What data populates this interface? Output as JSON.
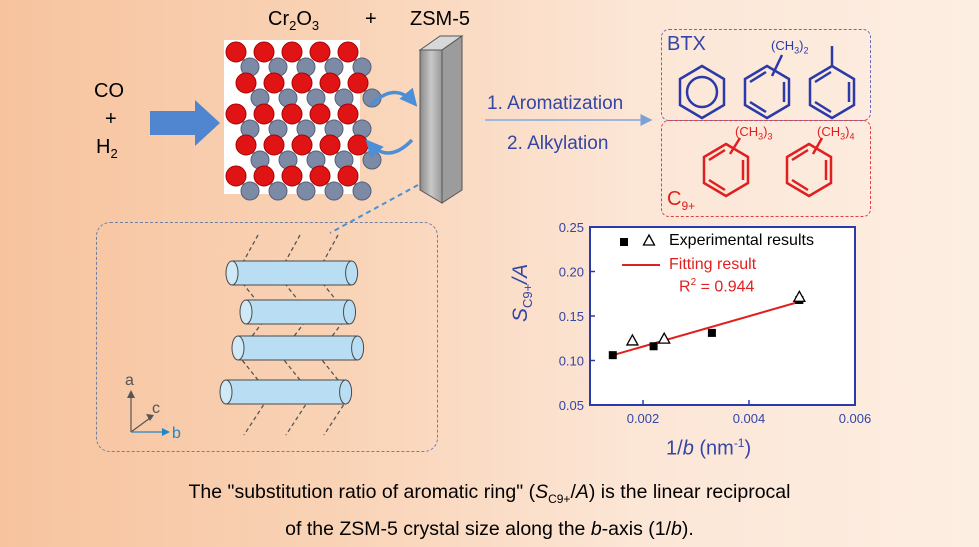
{
  "top": {
    "cr2o3": {
      "base": "Cr",
      "sub1": "2",
      "mid": "O",
      "sub2": "3"
    },
    "plus": "+",
    "zsm5": "ZSM-5"
  },
  "feed": {
    "co": "CO",
    "plus": "+",
    "h2_base": "H",
    "h2_sub": "2"
  },
  "reaction": {
    "step1": "1. Aromatization",
    "step2": "2. Alkylation"
  },
  "btx": {
    "label": "BTX",
    "substituent": "(CH",
    "sub": "3",
    "close": ")",
    "count": "2"
  },
  "c9": {
    "label_base": "C",
    "label_sub": "9+",
    "sub_a": {
      "open": "(CH",
      "sub": "3",
      "close": ")",
      "count": "3"
    },
    "sub_b": {
      "open": "(CH",
      "sub": "3",
      "close": ")",
      "count": "4"
    }
  },
  "axes_inset": {
    "a": "a",
    "c": "c",
    "b": "b"
  },
  "chart_data": {
    "type": "scatter",
    "xlabel_base": "1/",
    "xlabel_var": "b",
    "xlabel_unit": " (nm",
    "xlabel_exp": "-1",
    "xlabel_close": ")",
    "ylabel_S": "S",
    "ylabel_sub": "C9+",
    "ylabel_rest": "/A",
    "xlim": [
      0.001,
      0.006
    ],
    "ylim": [
      0.05,
      0.25
    ],
    "xticks": [
      "0.002",
      "0.004",
      "0.006"
    ],
    "yticks": [
      "0.05",
      "0.10",
      "0.15",
      "0.20",
      "0.25"
    ],
    "legend": {
      "experimental": "Experimental results",
      "fitting": "Fitting result",
      "r2_base": "R",
      "r2_exp": "2",
      "r2_rest": " = 0.944"
    },
    "series": [
      {
        "name": "Experimental results",
        "marker": "square",
        "points": [
          [
            0.00143,
            0.106
          ],
          [
            0.0022,
            0.116
          ],
          [
            0.0033,
            0.131
          ],
          [
            0.00495,
            0.168
          ]
        ]
      },
      {
        "name": "Experimental results",
        "marker": "triangle",
        "points": [
          [
            0.0018,
            0.122
          ],
          [
            0.0024,
            0.124
          ],
          [
            0.00495,
            0.171
          ]
        ]
      }
    ],
    "fit": {
      "name": "Fitting result",
      "color": "#e02020",
      "x": [
        0.00143,
        0.00495
      ],
      "y": [
        0.106,
        0.166
      ]
    }
  },
  "caption": {
    "line1_a": "The \"substitution ratio of aromatic ring\" (",
    "line1_S": "S",
    "line1_sub": "C9+",
    "line1_b": "/",
    "line1_A": "A",
    "line1_c": ") is the linear reciprocal",
    "line2_a": "of the ZSM-5 crystal size along the ",
    "line2_b": "b",
    "line2_c": "-axis (1/",
    "line2_d": "b",
    "line2_e": ")."
  },
  "colors": {
    "blue": "#3346a6",
    "red": "#e02020",
    "arrow": "#5b8fd6",
    "crystal": "#b9d9ee"
  }
}
